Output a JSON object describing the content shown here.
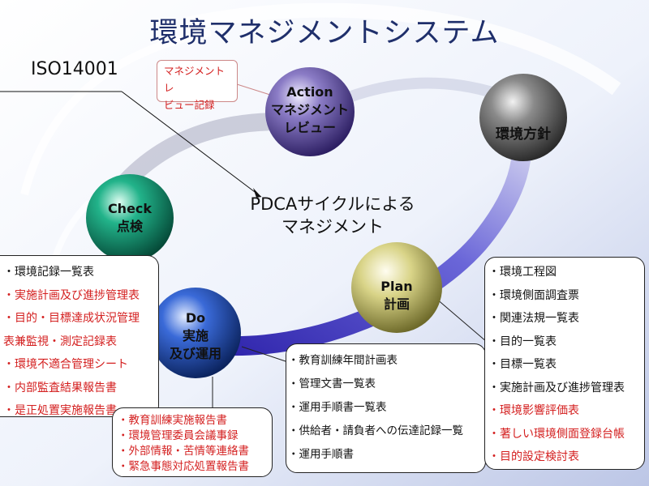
{
  "title": "環境マネジメントシステム",
  "iso_label": "ISO14001",
  "callout": {
    "line1": "マネジメントレ",
    "line2": "ビュー記録"
  },
  "center": {
    "line1": "PDCAサイクルによる",
    "line2": "マネジメント"
  },
  "nodes": {
    "action": {
      "line1": "Action",
      "line2": "マネジメント",
      "line3": "レビュー",
      "color": "#4b3a80"
    },
    "policy": {
      "line1": "環境方針",
      "color": "#4a4a4a"
    },
    "check": {
      "line1": "Check",
      "line2": "点検",
      "color": "#0d8a6a"
    },
    "plan": {
      "line1": "Plan",
      "line2": "計画",
      "color": "#c9c16a"
    },
    "do": {
      "line1": "Do",
      "line2": "実施",
      "line3": "及び運用",
      "color": "#1e4aa8"
    }
  },
  "lists": {
    "left": [
      {
        "text": "・環境記録一覧表",
        "color": "black"
      },
      {
        "text": "・実施計画及び進捗管理表",
        "color": "red"
      },
      {
        "text": "・目的・目標達成状況管理",
        "color": "red"
      },
      {
        "text": "表兼監視・測定記録表",
        "color": "red"
      },
      {
        "text": "・環境不適合管理シート",
        "color": "red"
      },
      {
        "text": "・内部監査結果報告書",
        "color": "red"
      },
      {
        "text": "・是正処置実施報告書",
        "color": "red"
      }
    ],
    "bottom": [
      {
        "text": "・教育訓練実施報告書",
        "color": "red"
      },
      {
        "text": "・環境管理委員会議事録",
        "color": "red"
      },
      {
        "text": "・外部情報・苦情等連絡書",
        "color": "red"
      },
      {
        "text": "・緊急事態対応処置報告書",
        "color": "red"
      }
    ],
    "middle": [
      {
        "text": "・教育訓練年間計画表",
        "color": "black"
      },
      {
        "text": "・管理文書一覧表",
        "color": "black"
      },
      {
        "text": "・運用手順書一覧表",
        "color": "black"
      },
      {
        "text": "・供給者・請負者への伝達記録一覧",
        "color": "black"
      },
      {
        "text": "・運用手順書",
        "color": "black"
      }
    ],
    "right": [
      {
        "text": "・環境工程図",
        "color": "black"
      },
      {
        "text": "・環境側面調査票",
        "color": "black"
      },
      {
        "text": "・関連法規一覧表",
        "color": "black"
      },
      {
        "text": "・目的一覧表",
        "color": "black"
      },
      {
        "text": "・目標一覧表",
        "color": "black"
      },
      {
        "text": "・実施計画及び進捗管理表",
        "color": "black"
      },
      {
        "text": "・環境影響評価表",
        "color": "red"
      },
      {
        "text": "・著しい環境側面登録台帳",
        "color": "red"
      },
      {
        "text": "・目的設定検討表",
        "color": "red"
      }
    ]
  }
}
